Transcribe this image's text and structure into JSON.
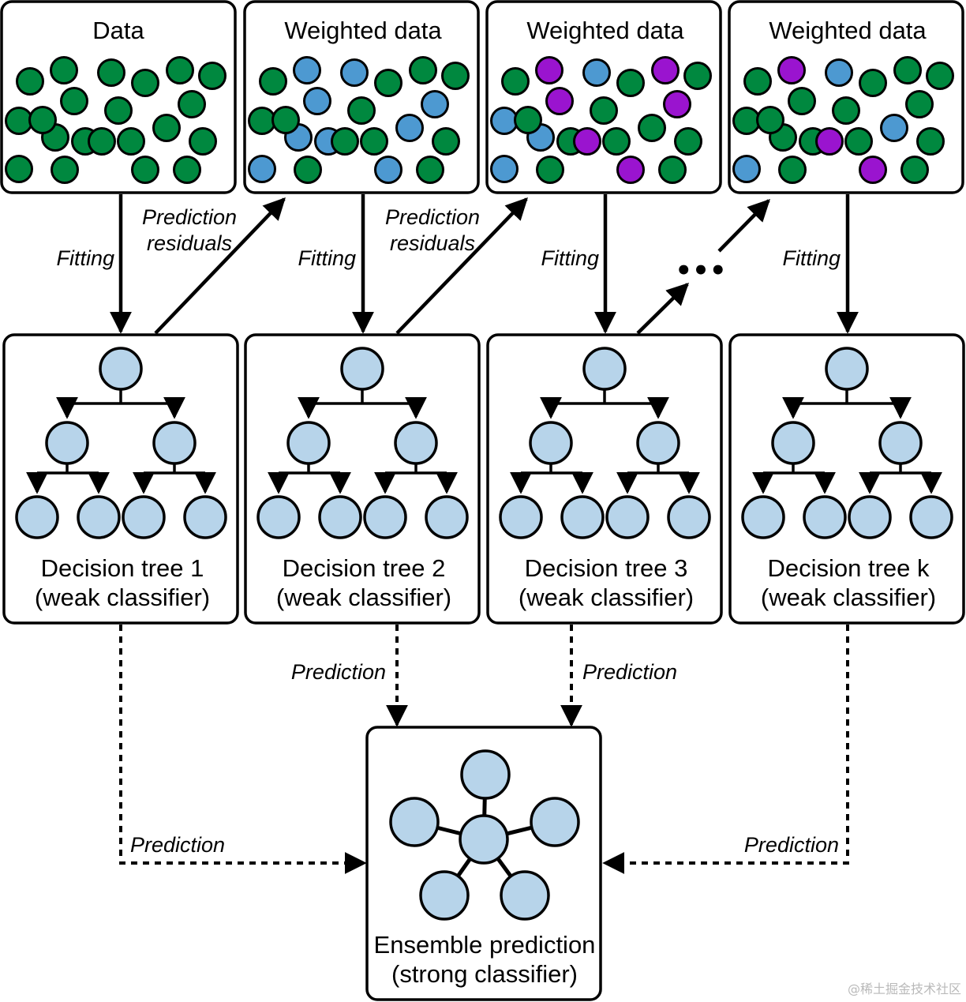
{
  "colors": {
    "green": "#00883f",
    "blue": "#4d99d1",
    "purple": "#9a14cf",
    "node": "#b7d4ea",
    "stroke": "#000000"
  },
  "data_panels": [
    {
      "title": "Data",
      "dots": [
        "green",
        "green",
        "green",
        "green",
        "green",
        "green",
        "green",
        "green",
        "green",
        "green",
        "green",
        "green",
        "green",
        "green",
        "green",
        "green",
        "green",
        "green",
        "green",
        "green",
        "green"
      ]
    },
    {
      "title": "Weighted data",
      "dots": [
        "green",
        "blue",
        "blue",
        "green",
        "green",
        "green",
        "blue",
        "green",
        "blue",
        "green",
        "blue",
        "blue",
        "blue",
        "green",
        "green",
        "blue",
        "green",
        "blue",
        "green",
        "green",
        "green"
      ]
    },
    {
      "title": "Weighted data",
      "dots": [
        "green",
        "purple",
        "blue",
        "green",
        "purple",
        "green",
        "purple",
        "green",
        "purple",
        "blue",
        "green",
        "blue",
        "green",
        "green",
        "green",
        "blue",
        "green",
        "purple",
        "green",
        "purple",
        "green"
      ]
    },
    {
      "title": "Weighted data",
      "dots": [
        "green",
        "purple",
        "blue",
        "green",
        "green",
        "green",
        "green",
        "green",
        "green",
        "green",
        "blue",
        "green",
        "green",
        "green",
        "green",
        "blue",
        "green",
        "purple",
        "green",
        "purple",
        "green"
      ]
    }
  ],
  "trees": [
    {
      "title": "Decision tree 1",
      "subtitle": "(weak classifier)"
    },
    {
      "title": "Decision tree 2",
      "subtitle": "(weak classifier)"
    },
    {
      "title": "Decision tree 3",
      "subtitle": "(weak classifier)"
    },
    {
      "title": "Decision tree k",
      "subtitle": "(weak classifier)"
    }
  ],
  "edges": {
    "fitting": "Fitting",
    "residuals_line1": "Prediction",
    "residuals_line2": "residuals",
    "prediction": "Prediction",
    "ellipsis": "•••"
  },
  "ensemble": {
    "title": "Ensemble prediction",
    "subtitle": "(strong classifier)"
  },
  "watermark": "@稀土掘金技术社区"
}
